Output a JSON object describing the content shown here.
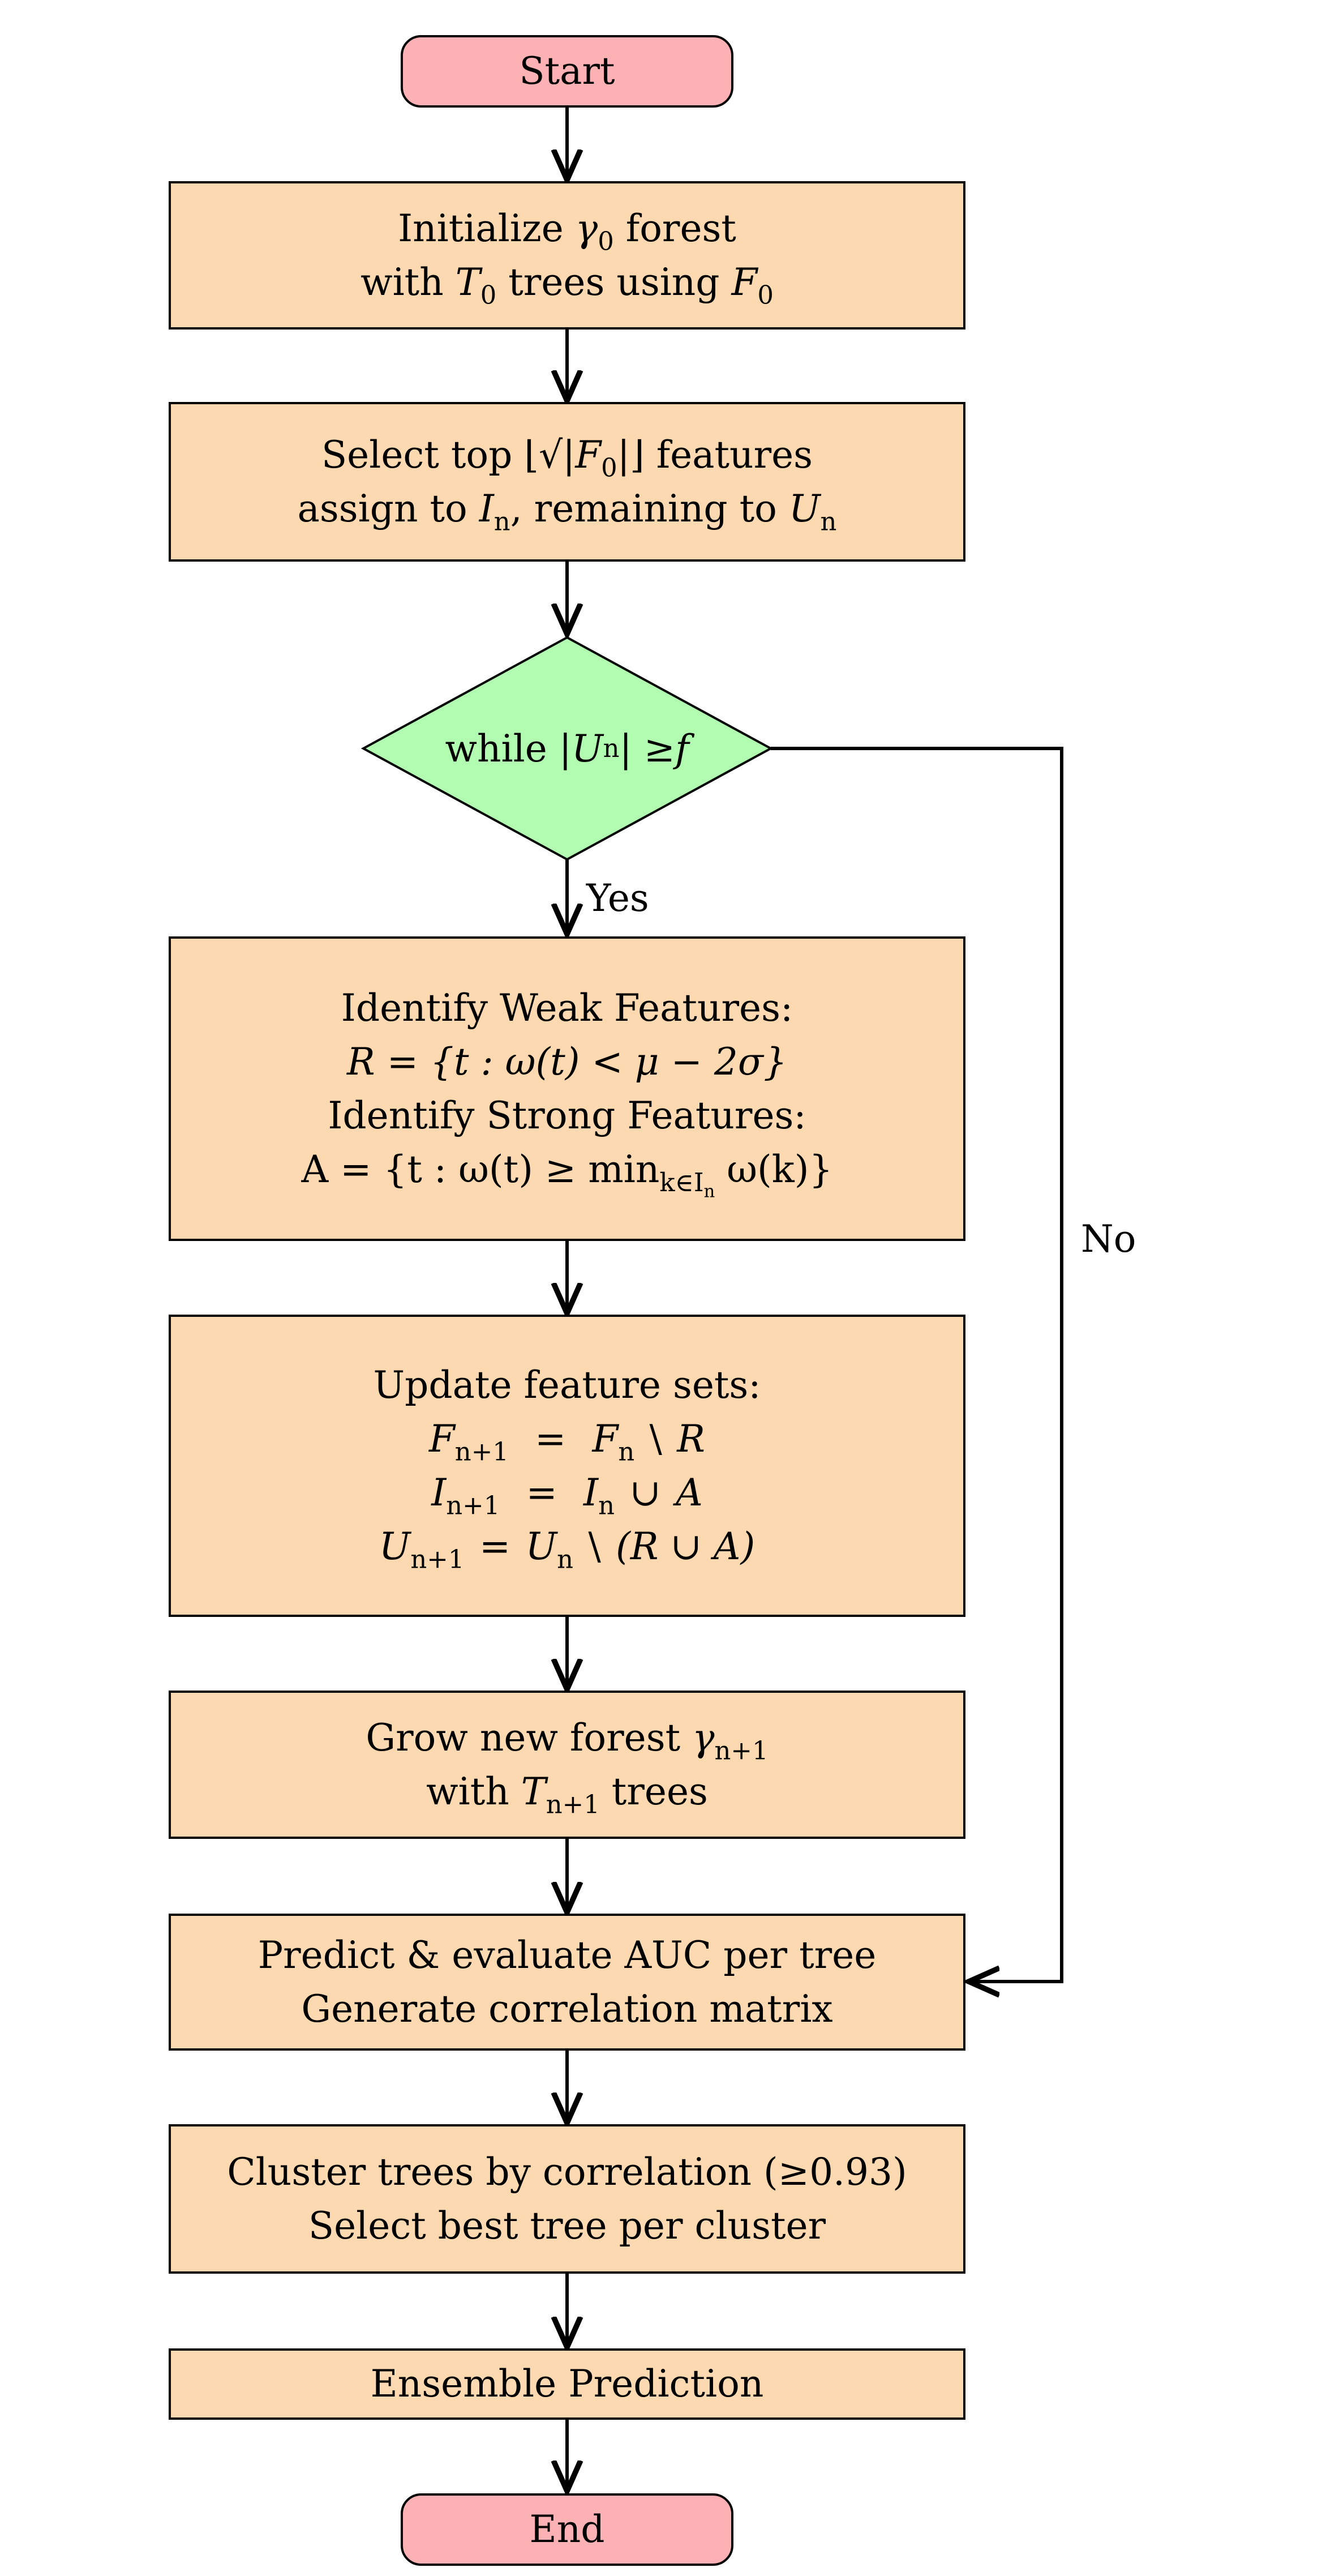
{
  "nodes": {
    "start": {
      "label": "Start"
    },
    "init": {
      "line1": {
        "pre": "Initialize ",
        "sym": "γ",
        "sub": "0",
        "post": " forest"
      },
      "line2": {
        "pre": "with ",
        "sym": "T",
        "sub": "0",
        "mid": " trees using ",
        "sym2": "F",
        "sub2": "0"
      }
    },
    "select": {
      "line1": {
        "pre": "Select top ⌊√|",
        "sym": "F",
        "sub": "0",
        "post": "|⌋ features"
      },
      "line2": {
        "pre": "assign to ",
        "sym": "I",
        "sub": "n",
        "mid": ", remaining to ",
        "sym2": "U",
        "sub2": "n"
      }
    },
    "decision": {
      "pre": "while |",
      "sym": "U",
      "sub": "n",
      "post": "| ≥ ",
      "sym2": "f"
    },
    "identify": {
      "line1": "Identify Weak Features:",
      "line2": "R = {t : ω(t) < μ − 2σ}",
      "line3": "Identify Strong Features:",
      "line4": {
        "pre": "A = {t : ω(t) ≥ min",
        "sub": "k∈I",
        "subsub": "n",
        "post": " ω(k)}"
      }
    },
    "update": {
      "line1": "Update feature sets:",
      "line2": {
        "lhs": "F",
        "lhs_sub": "n+1",
        "eq": "=",
        "rhs": "F",
        "rhs_sub": "n",
        "op": "\\",
        "rest": "R"
      },
      "line3": {
        "lhs": "I",
        "lhs_sub": "n+1",
        "eq": "=",
        "rhs": "I",
        "rhs_sub": "n",
        "op": "∪",
        "rest": "A"
      },
      "line4": {
        "lhs": "U",
        "lhs_sub": "n+1",
        "eq": "=",
        "rhs": "U",
        "rhs_sub": "n",
        "op": "\\",
        "rest": "(R ∪ A)"
      }
    },
    "grow": {
      "line1": {
        "pre": "Grow new forest ",
        "sym": "γ",
        "sub": "n+1"
      },
      "line2": {
        "pre": "with ",
        "sym": "T",
        "sub": "n+1",
        "post": " trees"
      }
    },
    "predict": {
      "line1": "Predict & evaluate AUC per tree",
      "line2": "Generate correlation matrix"
    },
    "cluster": {
      "line1": "Cluster trees by correlation (≥0.93)",
      "line2": "Select best tree per cluster"
    },
    "ensemble": {
      "label": "Ensemble Prediction"
    },
    "end": {
      "label": "End"
    }
  },
  "edges": {
    "yes_label": "Yes",
    "no_label": "No"
  },
  "colors": {
    "process": "#fcd9b1",
    "terminal": "#fcb1b4",
    "decision": "#b2fcb1",
    "stroke": "#000000"
  }
}
